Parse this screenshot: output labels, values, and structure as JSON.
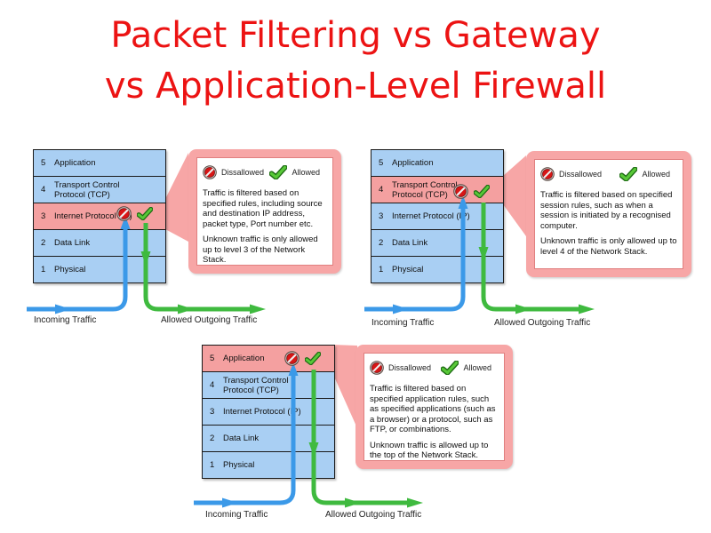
{
  "title": {
    "line1": "Packet Filtering vs Gateway",
    "line2": "vs Application-Level Firewall"
  },
  "colors": {
    "title_red": "#ec1313",
    "row_blue": "#a9cff3",
    "row_highlight": "#f4a0a0",
    "callout_pink": "#f7a6a6",
    "arrow_blue": "#3b99e8",
    "arrow_green": "#3fba3f",
    "dissallowed_red": "#d81616",
    "allowed_green": "#58c838"
  },
  "legend": {
    "dissallowed": "Dissallowed",
    "allowed": "Allowed"
  },
  "stack_rows": [
    {
      "num": "5",
      "label": "Application"
    },
    {
      "num": "4",
      "label": "Transport Control Protocol (TCP)"
    },
    {
      "num": "3",
      "label": "Internet Protocol (IP)"
    },
    {
      "num": "2",
      "label": "Data Link"
    },
    {
      "num": "1",
      "label": "Physical"
    }
  ],
  "arrow_labels": {
    "incoming": "Incoming Traffic",
    "outgoing": "Allowed Outgoing Traffic"
  },
  "diagrams": [
    {
      "name": "packet-filtering-firewall",
      "highlighted_level": "3",
      "callout": {
        "para1": "Traffic is filtered based on specified rules, including source and destination IP address, packet type, Port number etc.",
        "para2": "Unknown traffic is only allowed up to level 3 of the Network Stack."
      }
    },
    {
      "name": "gateway-firewall",
      "highlighted_level": "4",
      "callout": {
        "para1": "Traffic is filtered based on specified session rules, such as when a session is initiated by a recognised computer.",
        "para2": "Unknown traffic is only allowed up to level 4 of the Network Stack."
      }
    },
    {
      "name": "application-level-firewall",
      "highlighted_level": "5",
      "callout": {
        "para1": "Traffic is filtered based on specified application rules, such as specified applications (such as a browser) or a protocol, such as FTP, or combinations.",
        "para2": "Unknown traffic is allowed up to the top of the Network Stack."
      }
    }
  ]
}
